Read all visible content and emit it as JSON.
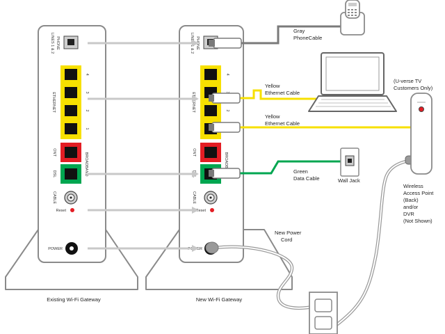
{
  "colors": {
    "yellow": "#F7E000",
    "red": "#E31D24",
    "green": "#00A650",
    "gray_cable": "#7A7A7A",
    "arrow": "#C8C8C8",
    "outline": "#8A8A8A"
  },
  "icons": [
    "phone-icon",
    "laptop-icon",
    "wall-jack-icon",
    "power-outlet-icon",
    "access-point-icon"
  ],
  "gateways": {
    "existing_label": "Existing Wi-Fi Gateway",
    "new_label": "New Wi-Fi Gateway",
    "ports": {
      "phone": "PHONE",
      "lines": "LINES 1 & 2",
      "ethernet": "ETHERNET",
      "eth_numbers": [
        "4",
        "3",
        "2",
        "1"
      ],
      "ont": "ONT",
      "broadband": "BROADBAND",
      "dsl": "DSL",
      "cable": "CABLE",
      "reset": "Reset",
      "power": "POWER"
    }
  },
  "callouts": {
    "gray_phone_cable": [
      "Gray",
      "PhoneCable"
    ],
    "yellow_ethernet_1": [
      "Yellow",
      "Ethernet Cable"
    ],
    "yellow_ethernet_2": [
      "Yellow",
      "Ethernet Cable"
    ],
    "green_data_cable": [
      "Green",
      "Data Cable"
    ],
    "wall_jack": "Wall Jack",
    "new_power_cord": [
      "New Power",
      "Cord"
    ],
    "uverse": [
      "(U-verse TV",
      "Customers Only)"
    ],
    "access_point": [
      "Wireless",
      "Access Point",
      "(Back)",
      "and/or",
      "DVR",
      "(Not Shown)"
    ]
  }
}
